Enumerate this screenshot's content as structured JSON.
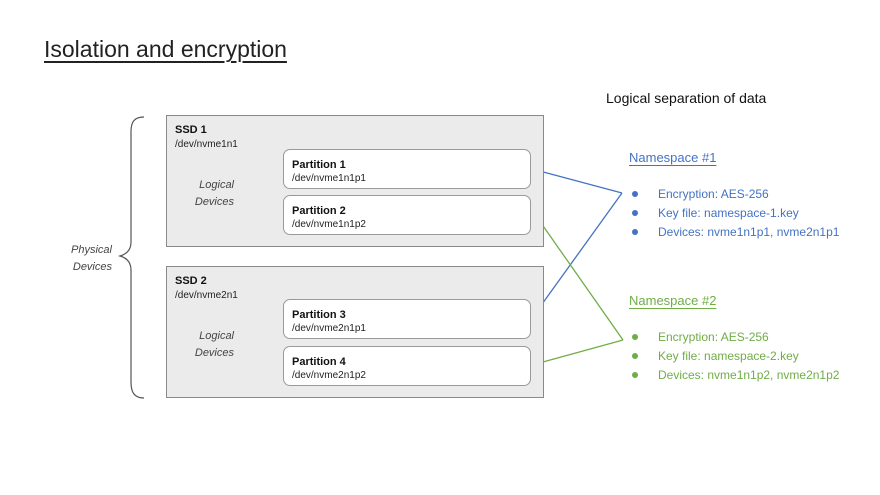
{
  "title": "Isolation and encryption",
  "subtitle": "Logical separation of data",
  "physical_label": "Physical Devices",
  "colors": {
    "ns1": "#4472c4",
    "ns2": "#70ad47",
    "box_fill": "#ebebeb",
    "box_border": "#8a8a8a"
  },
  "ssds": [
    {
      "name": "SSD 1",
      "path": "/dev/nvme1n1",
      "logical_label": "Logical Devices",
      "partitions": [
        {
          "name": "Partition 1",
          "path": "/dev/nvme1n1p1"
        },
        {
          "name": "Partition 2",
          "path": "/dev/nvme1n1p2"
        }
      ]
    },
    {
      "name": "SSD 2",
      "path": "/dev/nvme2n1",
      "logical_label": "Logical Devices",
      "partitions": [
        {
          "name": "Partition 3",
          "path": "/dev/nvme2n1p1"
        },
        {
          "name": "Partition 4",
          "path": "/dev/nvme2n1p2"
        }
      ]
    }
  ],
  "namespaces": [
    {
      "title": "Namespace #1",
      "items": [
        "Encryption: AES-256",
        "Key file: namespace-1.key",
        "Devices: nvme1n1p1, nvme2n1p1"
      ]
    },
    {
      "title": "Namespace #2",
      "items": [
        "Encryption: AES-256",
        "Key file: namespace-2.key",
        "Devices: nvme1n1p2, nvme2n1p2"
      ]
    }
  ]
}
